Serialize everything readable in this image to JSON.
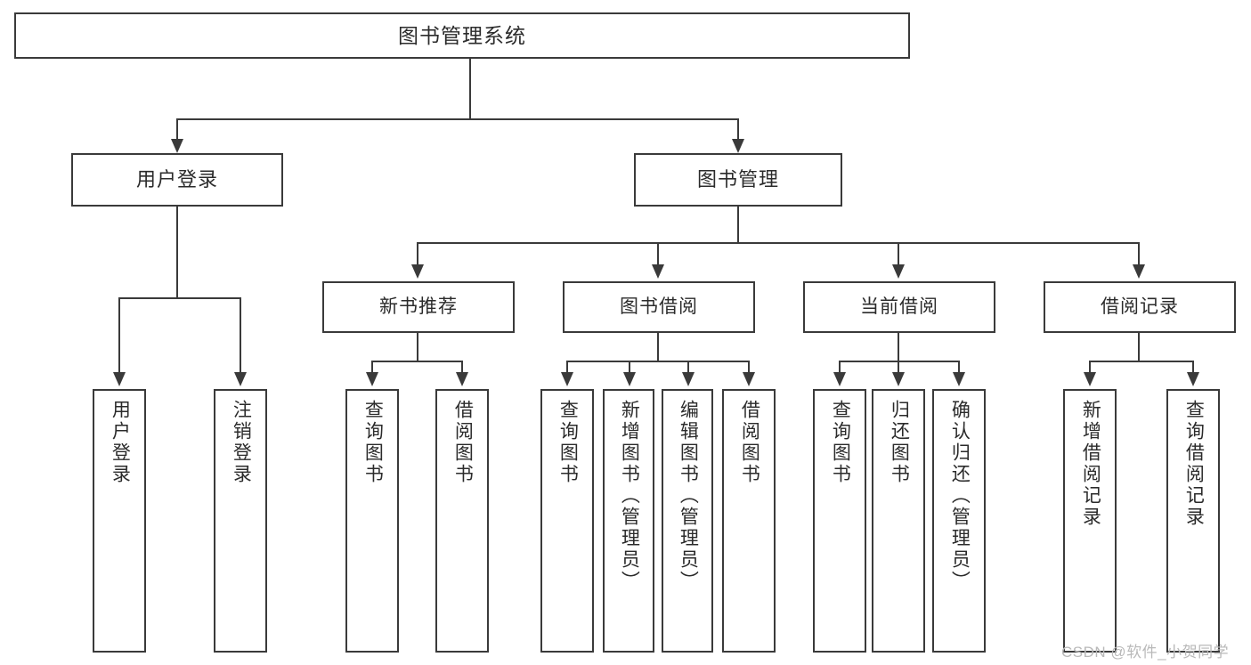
{
  "diagram": {
    "type": "tree-hierarchy",
    "title": "图书管理系统",
    "root": {
      "label": "图书管理系统"
    },
    "level2": [
      {
        "label": "用户登录"
      },
      {
        "label": "图书管理"
      }
    ],
    "level3": [
      {
        "label": "新书推荐"
      },
      {
        "label": "图书借阅"
      },
      {
        "label": "当前借阅"
      },
      {
        "label": "借阅记录"
      }
    ],
    "leaves": {
      "user_login": [
        {
          "label": "用户登录"
        },
        {
          "label": "注销登录"
        }
      ],
      "new_book_recommend": [
        {
          "label": "查询图书"
        },
        {
          "label": "借阅图书"
        }
      ],
      "book_borrow": [
        {
          "label": "查询图书"
        },
        {
          "label": "新增图书（管理员）"
        },
        {
          "label": "编辑图书（管理员）"
        },
        {
          "label": "借阅图书"
        }
      ],
      "current_borrow": [
        {
          "label": "查询图书"
        },
        {
          "label": "归还图书"
        },
        {
          "label": "确认归还（管理员）"
        }
      ],
      "borrow_record": [
        {
          "label": "新增借阅记录"
        },
        {
          "label": "查询借阅记录"
        }
      ]
    }
  },
  "watermark": {
    "text": "CSDN @软件_小贺同学"
  },
  "colors": {
    "stroke": "#3a3a3a",
    "text": "#2b2b2b",
    "background": "#ffffff",
    "watermark": "#b9b9b9"
  }
}
